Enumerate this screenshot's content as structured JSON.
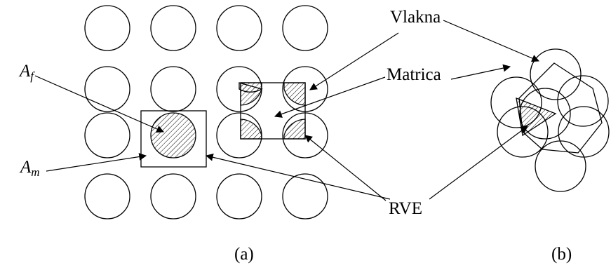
{
  "labels": {
    "a_f": "A",
    "a_f_sub": "f",
    "a_m": "A",
    "a_m_sub": "m",
    "vlakna": "Vlakna",
    "matrica": "Matrica",
    "rve": "RVE",
    "panel_a": "(a)",
    "panel_b": "(b)"
  }
}
